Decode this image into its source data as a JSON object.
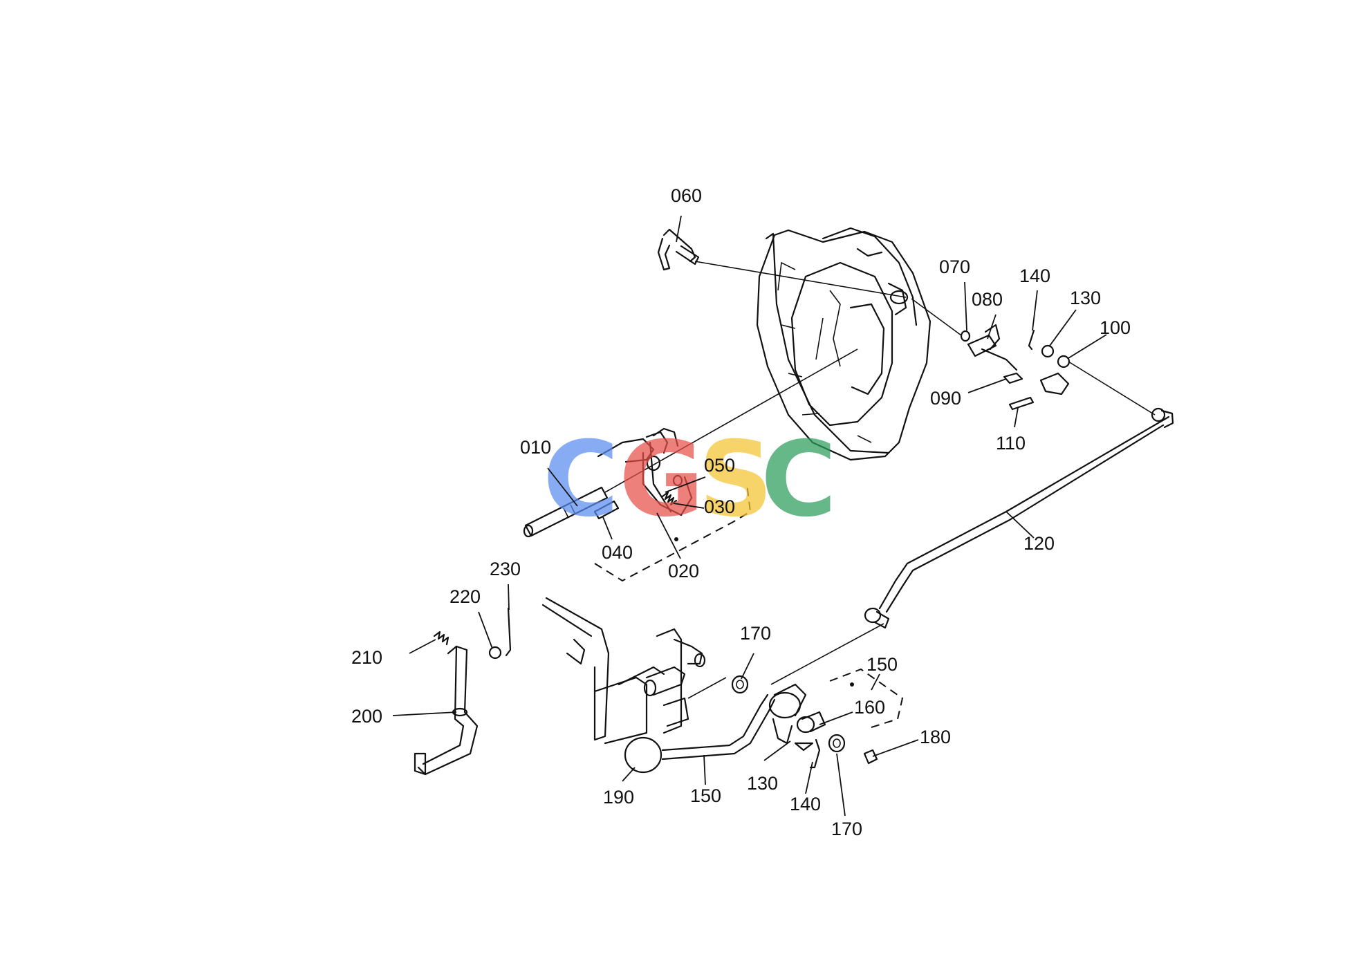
{
  "diagram": {
    "callouts": [
      {
        "id": "c060",
        "text": "060"
      },
      {
        "id": "c070",
        "text": "070"
      },
      {
        "id": "c080",
        "text": "080"
      },
      {
        "id": "c140a",
        "text": "140"
      },
      {
        "id": "c130a",
        "text": "130"
      },
      {
        "id": "c100",
        "text": "100"
      },
      {
        "id": "c090",
        "text": "090"
      },
      {
        "id": "c110",
        "text": "110"
      },
      {
        "id": "c010",
        "text": "010"
      },
      {
        "id": "c050",
        "text": "050"
      },
      {
        "id": "c030",
        "text": "030"
      },
      {
        "id": "c040",
        "text": "040"
      },
      {
        "id": "c020",
        "text": "020"
      },
      {
        "id": "c120",
        "text": "120"
      },
      {
        "id": "c230",
        "text": "230"
      },
      {
        "id": "c220",
        "text": "220"
      },
      {
        "id": "c210",
        "text": "210"
      },
      {
        "id": "c200",
        "text": "200"
      },
      {
        "id": "c170a",
        "text": "170"
      },
      {
        "id": "c150a",
        "text": "150"
      },
      {
        "id": "c160",
        "text": "160"
      },
      {
        "id": "c180",
        "text": "180"
      },
      {
        "id": "c130b",
        "text": "130"
      },
      {
        "id": "c140b",
        "text": "140"
      },
      {
        "id": "c170b",
        "text": "170"
      },
      {
        "id": "c190",
        "text": "190"
      },
      {
        "id": "c150b",
        "text": "150"
      }
    ]
  },
  "watermark": {
    "letters": [
      {
        "char": "C",
        "color": "#5b8def"
      },
      {
        "char": "G",
        "color": "#e8504a"
      },
      {
        "char": "S",
        "color": "#f4c430"
      },
      {
        "char": "C",
        "color": "#2e9e5b"
      }
    ]
  }
}
